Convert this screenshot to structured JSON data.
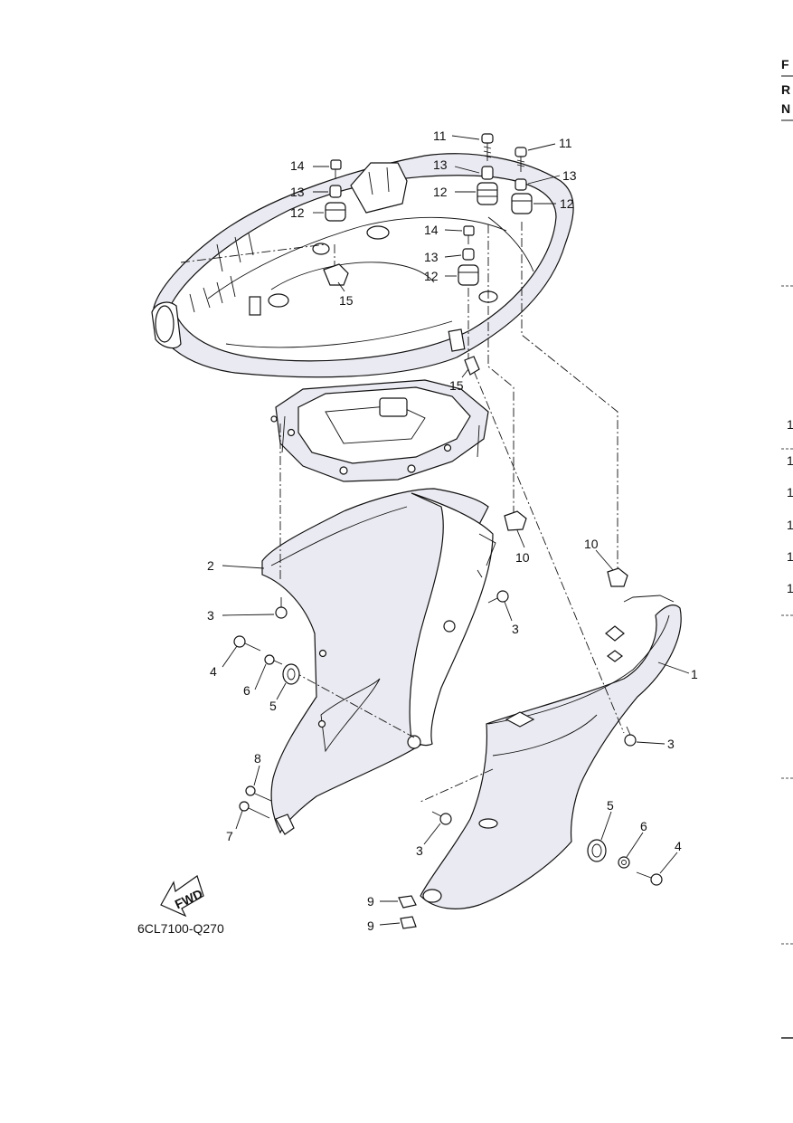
{
  "diagram_code": "6CL7100-Q270",
  "fwd_label": "FWD",
  "edge": {
    "header_letters": [
      "F",
      "R",
      "N"
    ],
    "numbers": [
      "1",
      "1",
      "1",
      "1",
      "1",
      "1"
    ]
  },
  "callouts": {
    "c1": "1",
    "c2": "2",
    "c3a": "3",
    "c3b": "3",
    "c3c": "3",
    "c3d": "3",
    "c4a": "4",
    "c4b": "4",
    "c5a": "5",
    "c5b": "5",
    "c6a": "6",
    "c6b": "6",
    "c7": "7",
    "c8": "8",
    "c9a": "9",
    "c9b": "9",
    "c10a": "10",
    "c10b": "10",
    "c11a": "11",
    "c11b": "11",
    "c12a": "12",
    "c12b": "12",
    "c12c": "12",
    "c12d": "12",
    "c13a": "13",
    "c13b": "13",
    "c13c": "13",
    "c13d": "13",
    "c14a": "14",
    "c14b": "14",
    "c15a": "15",
    "c15b": "15"
  }
}
